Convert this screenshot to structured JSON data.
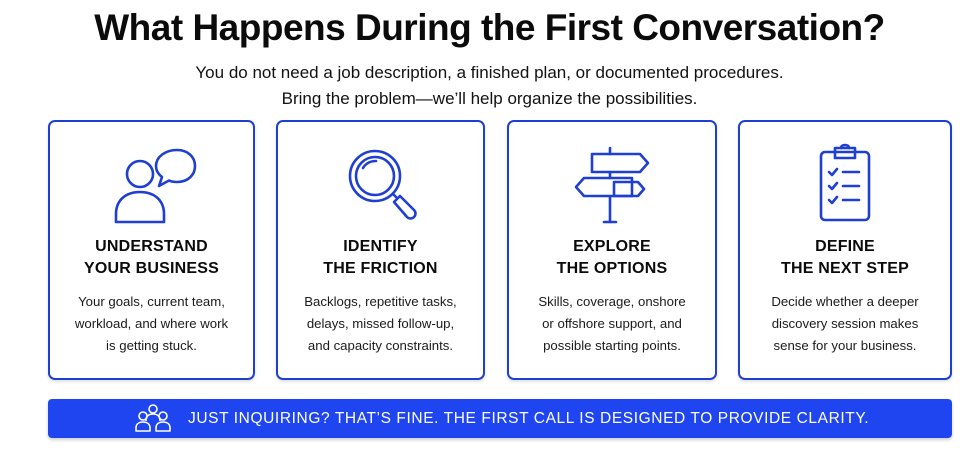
{
  "header": {
    "title": "What Happens During the First Conversation?",
    "subtitle_line1": "You do not need a job description, a finished plan, or documented procedures.",
    "subtitle_line2": "Bring the problem—we’ll help organize the possibilities."
  },
  "cards": [
    {
      "icon": "conversation-icon",
      "title_line1": "UNDERSTAND",
      "title_line2": "YOUR BUSINESS",
      "body_line1": "Your goals, current team,",
      "body_line2": "workload, and where work",
      "body_line3": "is getting stuck."
    },
    {
      "icon": "magnifying-glass-icon",
      "title_line1": "IDENTIFY",
      "title_line2": "THE FRICTION",
      "body_line1": "Backlogs, repetitive tasks,",
      "body_line2": "delays, missed follow-up,",
      "body_line3": "and capacity constraints."
    },
    {
      "icon": "signpost-icon",
      "title_line1": "EXPLORE",
      "title_line2": "THE OPTIONS",
      "body_line1": "Skills, coverage, onshore",
      "body_line2": "or offshore support, and",
      "body_line3": "possible starting points."
    },
    {
      "icon": "clipboard-checklist-icon",
      "title_line1": "DEFINE",
      "title_line2": "THE NEXT STEP",
      "body_line1": "Decide whether a deeper",
      "body_line2": "discovery session makes",
      "body_line3": "sense for your business."
    }
  ],
  "banner": {
    "icon": "group-icon",
    "text": "JUST INQUIRING? THAT’S FINE. THE FIRST CALL IS DESIGNED TO PROVIDE CLARITY."
  },
  "colors": {
    "accent": "#1f3fd1",
    "banner_bg": "#1f45f0"
  }
}
